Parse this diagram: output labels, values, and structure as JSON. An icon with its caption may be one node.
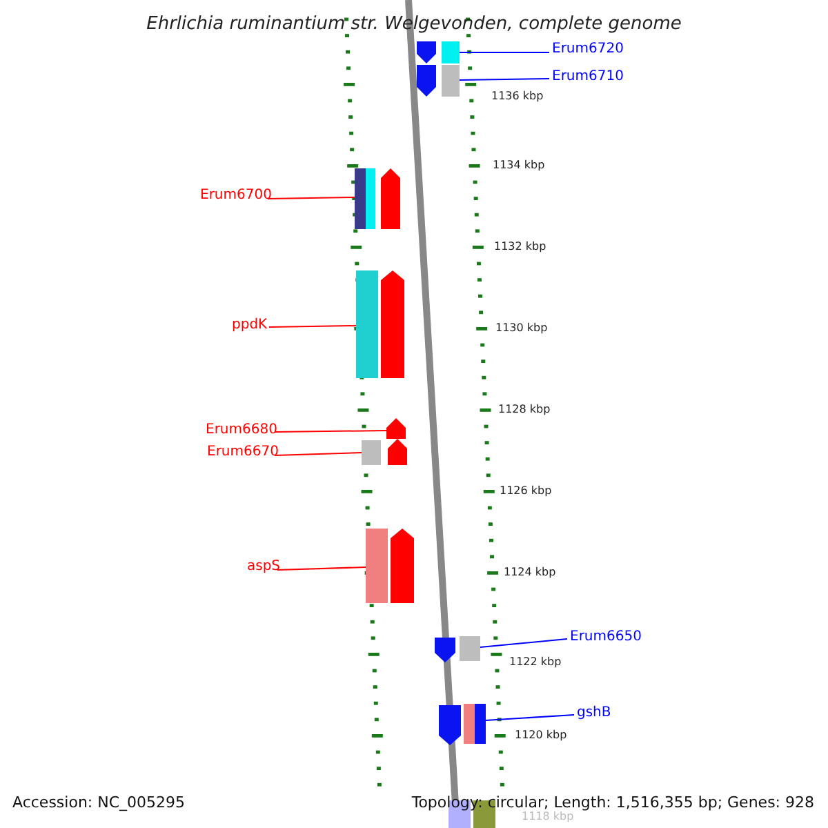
{
  "diagram": {
    "title": "Ehrlichia ruminantium str. Welgevonden, complete genome",
    "nodes": [
      {
        "text": [
          "Erum6720"
        ]
      },
      {
        "text": [
          "Erum6710"
        ]
      },
      {
        "text": [
          "Erum6700"
        ]
      },
      {
        "text": [
          "ppdK"
        ]
      },
      {
        "text": [
          "Erum6680"
        ]
      },
      {
        "text": [
          "Erum6670"
        ]
      },
      {
        "text": [
          "aspS"
        ]
      },
      {
        "text": [
          "Erum6650"
        ]
      },
      {
        "text": [
          "gshB"
        ]
      },
      {
        "text": [],
        "shape": "bar"
      },
      {
        "text": [],
        "shape": "bar"
      },
      {
        "text": [],
        "shape": "bar"
      },
      {
        "text": [],
        "shape": "bar"
      },
      {
        "text": [],
        "shape": "bar"
      },
      {
        "text": [],
        "shape": "bar"
      },
      {
        "text": [],
        "shape": "bar"
      },
      {
        "text": [],
        "shape": "bar"
      },
      {
        "text": [],
        "shape": "bar"
      },
      {
        "text": [],
        "shape": "bar"
      },
      {
        "text": [],
        "shape": "bar"
      },
      {
        "text": [],
        "shape": "bar"
      },
      {
        "text": [],
        "shape": "bar"
      },
      {
        "text": [],
        "shape": "bar"
      },
      {
        "text": [],
        "shape": "bar"
      },
      {
        "text": [],
        "shape": "bar"
      },
      {
        "text": [],
        "shape": "bar"
      },
      {
        "text": [],
        "shape": "bar"
      },
      {
        "text": [],
        "shape": "bar"
      },
      {
        "text": [],
        "shape": "bar"
      },
      {
        "text": [],
        "shape": "bar"
      }
    ],
    "edges": [
      {
        "from": 0,
        "to": 9,
        "arrow": "none",
        "color": "#0000ff"
      },
      {
        "from": 1,
        "to": 10,
        "arrow": "none",
        "color": "#0000ff"
      },
      {
        "from": 2,
        "to": 11,
        "arrow": "none"
      },
      {
        "from": 3,
        "to": 12,
        "arrow": "none"
      },
      {
        "from": 4,
        "to": 13,
        "arrow": "none"
      },
      {
        "from": 5,
        "to": 14,
        "arrow": "none"
      },
      {
        "from": 6,
        "to": 15,
        "arrow": "none"
      },
      {
        "from": 7,
        "to": 16,
        "arrow": "none",
        "color": "#0000ff"
      },
      {
        "from": 8,
        "to": 17,
        "arrow": "none",
        "color": "#0000ff"
      }
    ],
    "labels": [
      "1136 kbp",
      "1134 kbp",
      "1132 kbp",
      "1130 kbp",
      "1128 kbp",
      "1126 kbp",
      "1124 kbp",
      "1122 kbp",
      "1120 kbp",
      "Accession: NC_005295",
      "Topology: circular; Length: 1,516,355 bp; Genes: 928",
      "1118 kbp"
    ]
  }
}
